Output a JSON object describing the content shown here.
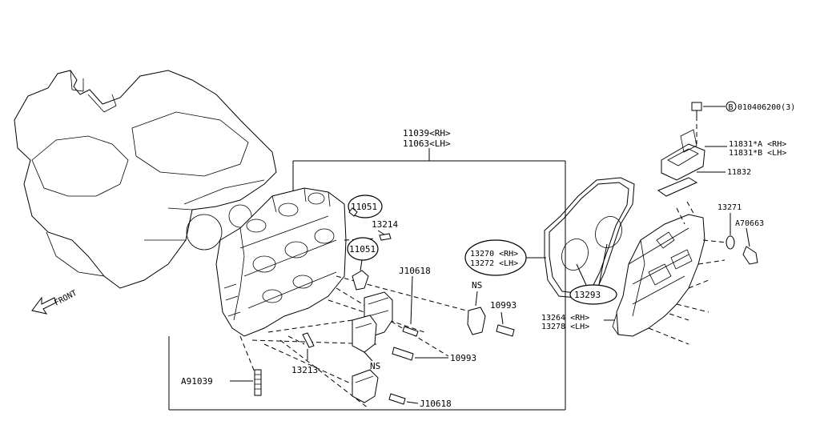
{
  "parts": {
    "cyl_head_rh": "11039<RH>",
    "cyl_head_lh": "11063<LH>",
    "plug_upper": "11051",
    "plug_lower": "11051",
    "dowel_top": "13214",
    "dowel_bottom": "13213",
    "stud": "A91039",
    "bolt_j_upper": "J10618",
    "bolt_j_lower": "J10618",
    "bolt_10993_right": "10993",
    "bolt_10993_lower": "10993",
    "ns_upper": "NS",
    "ns_lower": "NS",
    "gasket_rh": "13270 <RH>",
    "gasket_lh": "13272 <LH>",
    "seal": "13293",
    "cover_rh": "13264 <RH>",
    "cover_lh": "13278 <LH>",
    "washer": "13271",
    "cover_bolt": "A70663",
    "bolt_b": "010406200(3)",
    "bolt_b_marker": "B",
    "plate_a_rh": "11831*A <RH>",
    "plate_b_lh": "11831*B <LH>",
    "plate_gasket": "11832"
  },
  "front_label": "FRONT"
}
